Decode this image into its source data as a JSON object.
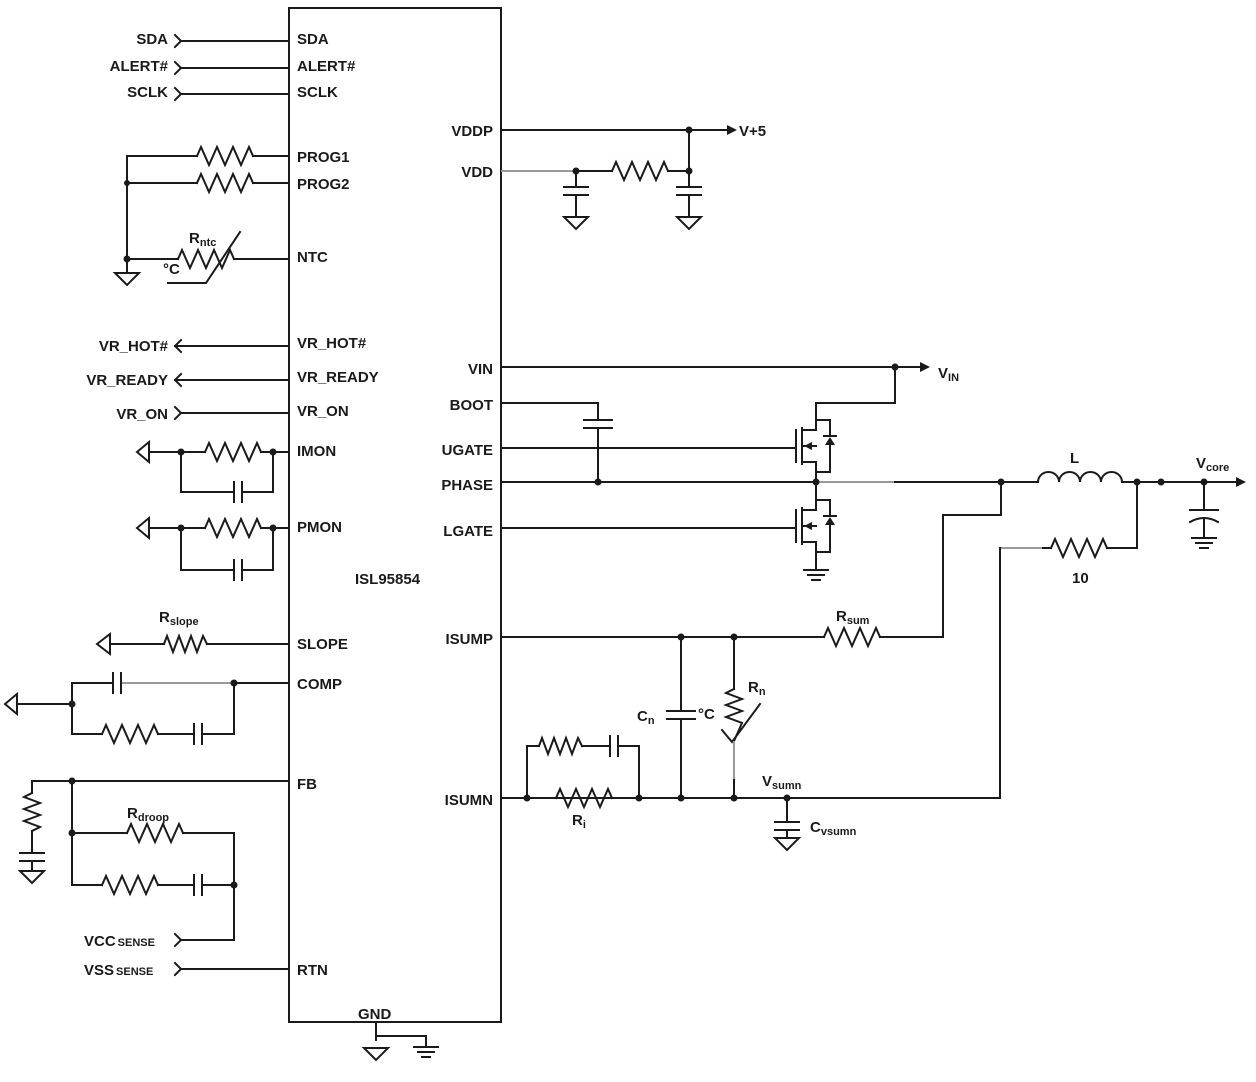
{
  "chip": {
    "name": "ISL95854",
    "left_pins": [
      "SDA",
      "ALERT#",
      "SCLK",
      "PROG1",
      "PROG2",
      "NTC",
      "VR_HOT#",
      "VR_READY",
      "VR_ON",
      "IMON",
      "PMON",
      "SLOPE",
      "COMP",
      "FB",
      "RTN"
    ],
    "right_pins": [
      "VDDP",
      "VDD",
      "VIN",
      "BOOT",
      "UGATE",
      "PHASE",
      "LGATE",
      "ISUMP",
      "ISUMN"
    ],
    "bottom_pin": "GND"
  },
  "signals": {
    "sda": "SDA",
    "alert": "ALERT#",
    "sclk": "SCLK",
    "vr_hot": "VR_HOT#",
    "vr_ready": "VR_READY",
    "vr_on": "VR_ON",
    "vcc": "VCC",
    "vss": "VSS",
    "sense": "SENSE",
    "v5": "V+5",
    "v": "V",
    "in": "IN"
  },
  "components": {
    "r": "R",
    "ntc_sub": "ntc",
    "slope_sub": "slope",
    "droop_sub": "droop",
    "sum_sub": "sum",
    "n_sub": "n",
    "i_sub": "i",
    "vsumn_sub": "sumn",
    "vsumn_cap_sub": "vsumn",
    "core_sub": "core",
    "c": "C",
    "degc": "°C",
    "inductor": "L",
    "r10": "10"
  }
}
